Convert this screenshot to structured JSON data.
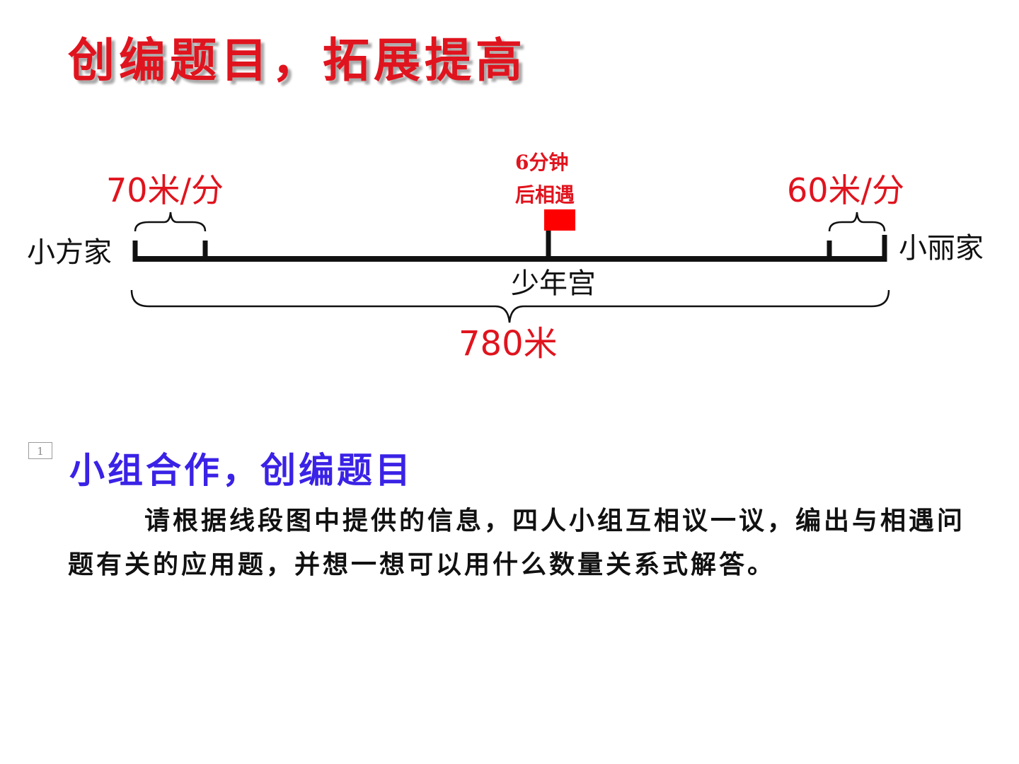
{
  "title": "创编题目，拓展提高",
  "colors": {
    "accent_red": "#e0141e",
    "heading_blue": "#3a22e6",
    "ink": "#111111",
    "meet_marker": "#ff0000"
  },
  "diagram": {
    "left_home": "小方家",
    "right_home": "小丽家",
    "left_speed": "70米/分",
    "right_speed": "60米/分",
    "meeting_line1": "6分钟",
    "meeting_line2": "后相遇",
    "midpoint_label": "少年宫",
    "total_distance": "780米"
  },
  "page_marker": "1",
  "section": {
    "heading": "小组合作，创编题目",
    "instructions": "请根据线段图中提供的信息，四人小组互相议一议，编出与相遇问题有关的应用题，并想一想可以用什么数量关系式解答。"
  }
}
